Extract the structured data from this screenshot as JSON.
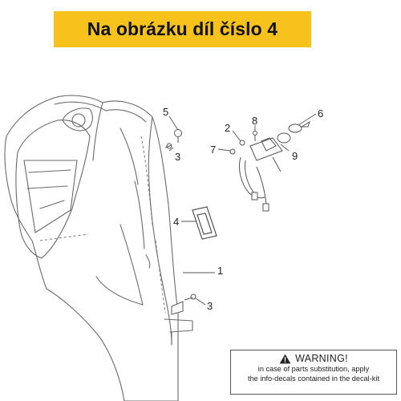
{
  "banner": {
    "text": "Na obrázku díl číslo 4"
  },
  "callouts": {
    "c1": "1",
    "c2": "2",
    "c3a": "3",
    "c3b": "3",
    "c4": "4",
    "c5": "5",
    "c6": "6",
    "c7": "7",
    "c8": "8",
    "c9": "9"
  },
  "warning": {
    "icon": "warning-triangle-icon",
    "title": "WARNING!",
    "line1": "in case of parts substitution, apply",
    "line2": "the info-decals contained in the decal-kit"
  },
  "colors": {
    "banner": "#f6c21b",
    "lines": "#555555"
  }
}
